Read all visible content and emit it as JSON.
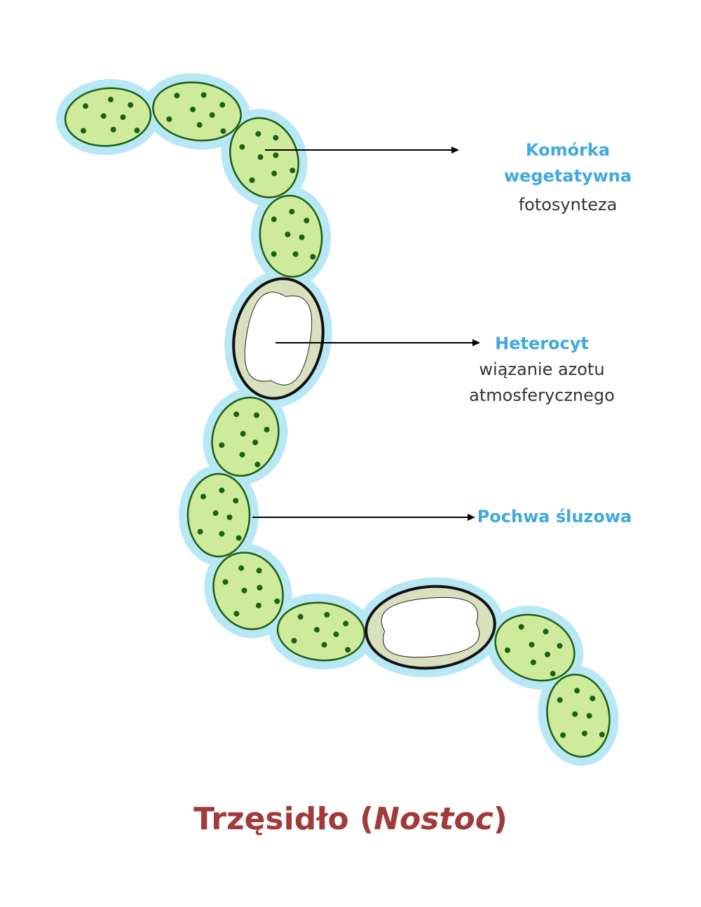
{
  "labels": {
    "vegetative": {
      "title": "Komórka wegetatywna",
      "desc": "fotosynteza"
    },
    "heterocyst": {
      "title": "Heterocyt",
      "desc1": "wiązanie azotu",
      "desc2": "atmosferycznego"
    },
    "sheath": {
      "title": "Pochwa śluzowa"
    }
  },
  "title": {
    "main": "Trzęsidło (",
    "italic": "Nostoc",
    "end": ")"
  },
  "colors": {
    "sheath": "#b8e8f5",
    "cell_fill": "#cdeb9b",
    "cell_stroke": "#1b5e12",
    "dot": "#1b6014",
    "heterocyst_wall": "#d8e0bd",
    "label": "#3fa9df",
    "title": "#a23a3a"
  }
}
